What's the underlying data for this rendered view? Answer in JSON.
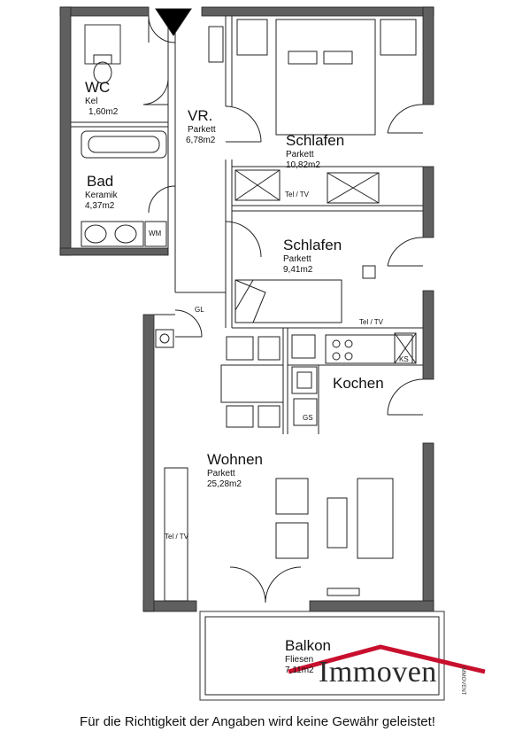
{
  "rooms": {
    "wc": {
      "name": "WC",
      "floor": "Kel",
      "area": "1,60m2"
    },
    "vr": {
      "name": "VR.",
      "floor": "Parkett",
      "area": "6,78m2"
    },
    "bad": {
      "name": "Bad",
      "floor": "Keramik",
      "area": "4,37m2"
    },
    "schlafen1": {
      "name": "Schlafen",
      "floor": "Parkett",
      "area": "10,82m2"
    },
    "schlafen2": {
      "name": "Schlafen",
      "floor": "Parkett",
      "area": "9,41m2"
    },
    "kochen": {
      "name": "Kochen"
    },
    "wohnen": {
      "name": "Wohnen",
      "floor": "Parkett",
      "area": "25,28m2"
    },
    "balkon": {
      "name": "Balkon",
      "floor": "Fliesen",
      "area": "7,11m2"
    }
  },
  "symbols": {
    "wm": "WM",
    "gl": "GL",
    "ks": "KS",
    "gs": "GS",
    "tel_tv_1": "Tel / TV",
    "tel_tv_2": "Tel / TV",
    "tel_tv_3": "Tel / TV"
  },
  "logo": {
    "text": "Immoven",
    "sub": "IMMOVENT"
  },
  "disclaimer": "Für die Richtigkeit der Angaben wird keine Gewähr geleistet!",
  "colors": {
    "wall": "#5a5a5a",
    "logo_roof": "#c8102e"
  }
}
